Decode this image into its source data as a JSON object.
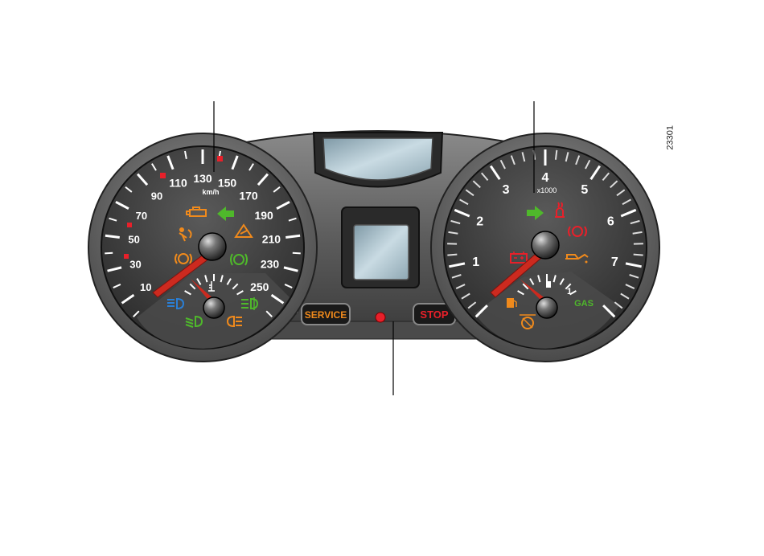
{
  "figure_ref": "23301",
  "speedometer": {
    "unit": "km/h",
    "labels": [
      "10",
      "30",
      "50",
      "70",
      "90",
      "110",
      "130",
      "150",
      "170",
      "190",
      "210",
      "230",
      "250"
    ],
    "needle_value": "0"
  },
  "tachometer": {
    "unit": "x1000",
    "labels": [
      "1",
      "2",
      "3",
      "4",
      "5",
      "6",
      "7"
    ]
  },
  "fuel_gauge": {
    "label": "GAS",
    "mark": "1"
  },
  "center_panel": {
    "service_label": "SERVICE",
    "stop_label": "STOP"
  },
  "colors": {
    "bezel": "#5d5d5d",
    "dial": "#3e3e3e",
    "needle": "#cc2a1f",
    "warning_red": "#e8202a",
    "warning_orange": "#f08a1c",
    "warning_green": "#4fb82b",
    "warning_blue": "#2a7fd6",
    "service_text": "#f08a1c",
    "stop_text": "#e8202a"
  },
  "icons": [
    "engine-check-icon",
    "green-arrow-left-icon",
    "airbag-icon",
    "abs-icon",
    "brake-pad-icon",
    "esp-icon",
    "coolant-temp-icon",
    "high-beam-icon",
    "low-beam-icon",
    "rear-fog-icon",
    "front-fog-icon",
    "green-arrow-right-icon",
    "preheat-icon",
    "oil-pressure-icon",
    "battery-icon",
    "brake-warning-icon",
    "fuel-pump-icon",
    "fuel-low-icon",
    "airbag-off-icon",
    "red-indicator-dot-icon"
  ]
}
